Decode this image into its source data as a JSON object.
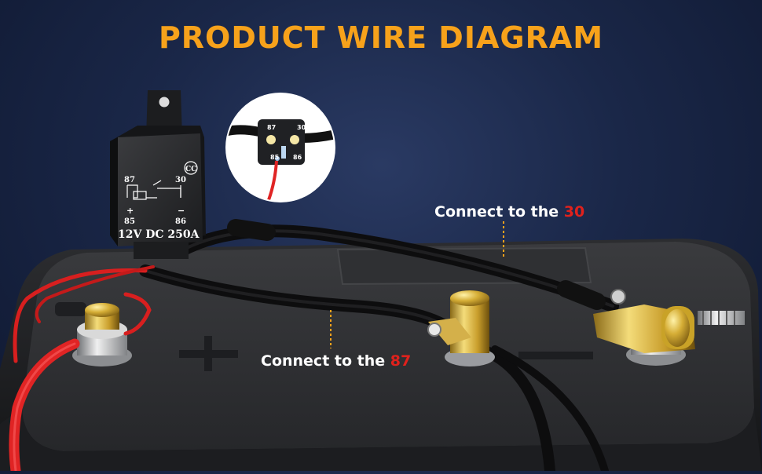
{
  "title": "PRODUCT WIRE DIAGRAM",
  "colors": {
    "title": "#f7a21b",
    "highlight": "#e0211c",
    "background": "#1a2748",
    "battery": "#2b2c2e",
    "red_wire": "#d81f1f",
    "brass": "#c9a227"
  },
  "relay": {
    "pin_87": "87",
    "pin_30": "30",
    "pin_85": "85",
    "pin_86": "86",
    "plus_sign": "+",
    "minus_sign": "−",
    "rating": "12V DC 250A",
    "cert_mark": "CC"
  },
  "inset": {
    "pin_87": "87",
    "pin_30": "30",
    "pin_85": "85",
    "pin_86": "86"
  },
  "callouts": {
    "connect_30_prefix": "Connect to the ",
    "connect_30_num": "30",
    "connect_87_prefix": "Connect to the ",
    "connect_87_num": "87"
  }
}
